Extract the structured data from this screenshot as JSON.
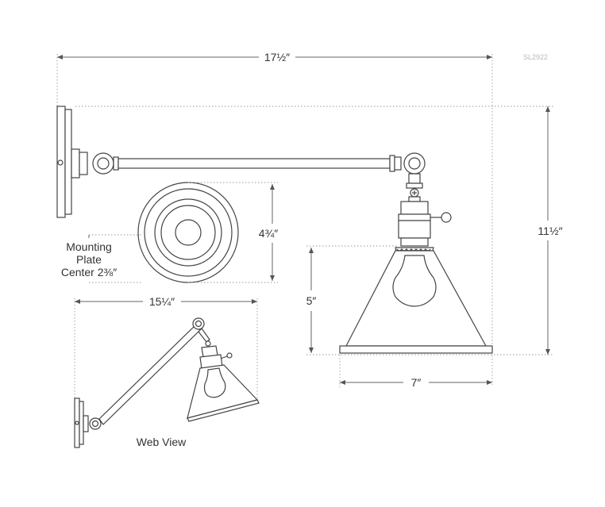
{
  "product_code": "SL2922",
  "dimensions": {
    "overall_width": "17½″",
    "overall_height": "11½″",
    "plate_height": "4¾″",
    "shade_height": "5″",
    "shade_width": "7″",
    "web_view_width": "15¼″"
  },
  "labels": {
    "mounting_line1": "Mounting",
    "mounting_line2": "Plate",
    "mounting_line3": "Center 2⅜″",
    "web_view": "Web View"
  },
  "colors": {
    "line": "#444444",
    "text": "#333333",
    "background": "#ffffff"
  }
}
